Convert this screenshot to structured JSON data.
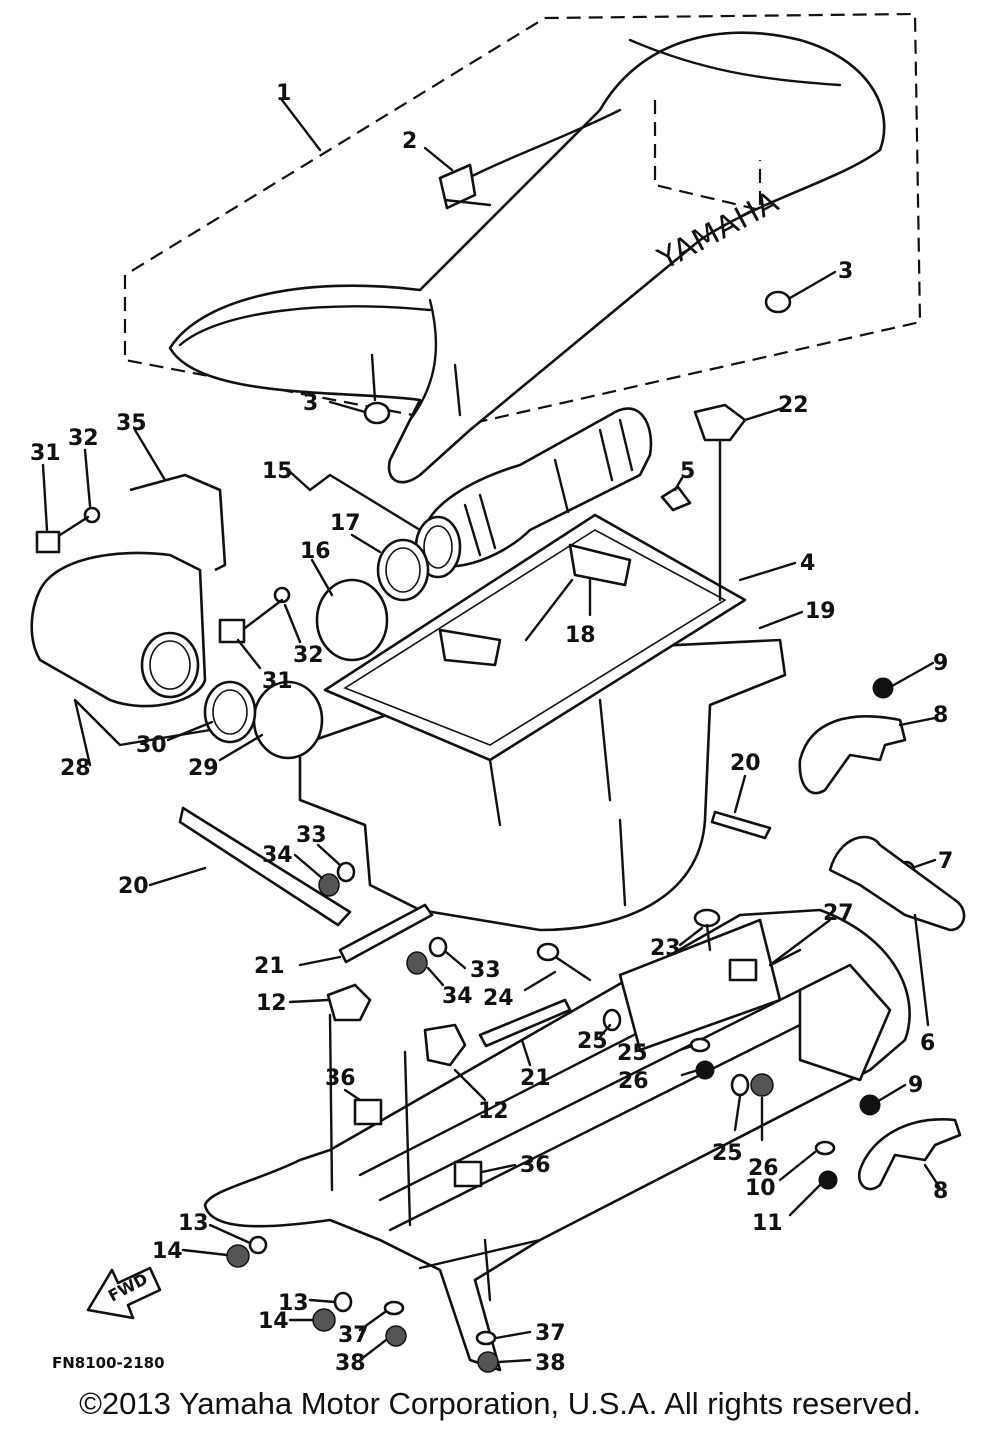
{
  "diagram": {
    "brand_mark": "YAMAHA",
    "fwd_label": "FWD",
    "drawing_ref": "FN8100-2180",
    "copyright": "©2013 Yamaha Motor Corporation, U.S.A. All rights reserved.",
    "callouts": {
      "c1": "1",
      "c2": "2",
      "c3a": "3",
      "c3b": "3",
      "c4": "4",
      "c5": "5",
      "c6": "6",
      "c7": "7",
      "c8a": "8",
      "c8b": "8",
      "c9a": "9",
      "c9b": "9",
      "c10": "10",
      "c11": "11",
      "c12a": "12",
      "c12b": "12",
      "c13a": "13",
      "c13b": "13",
      "c14a": "14",
      "c14b": "14",
      "c15": "15",
      "c16": "16",
      "c17": "17",
      "c18": "18",
      "c19": "19",
      "c20a": "20",
      "c20b": "20",
      "c21a": "21",
      "c21b": "21",
      "c22": "22",
      "c23": "23",
      "c24": "24",
      "c25a": "25",
      "c25b": "25",
      "c25c": "25",
      "c26a": "26",
      "c26b": "26",
      "c27": "27",
      "c28": "28",
      "c29": "29",
      "c30": "30",
      "c31a": "31",
      "c31b": "31",
      "c32a": "32",
      "c32b": "32",
      "c33a": "33",
      "c33b": "33",
      "c34a": "34",
      "c34b": "34",
      "c35": "35",
      "c36a": "36",
      "c36b": "36",
      "c37a": "37",
      "c37b": "37",
      "c38a": "38",
      "c38b": "38"
    }
  }
}
